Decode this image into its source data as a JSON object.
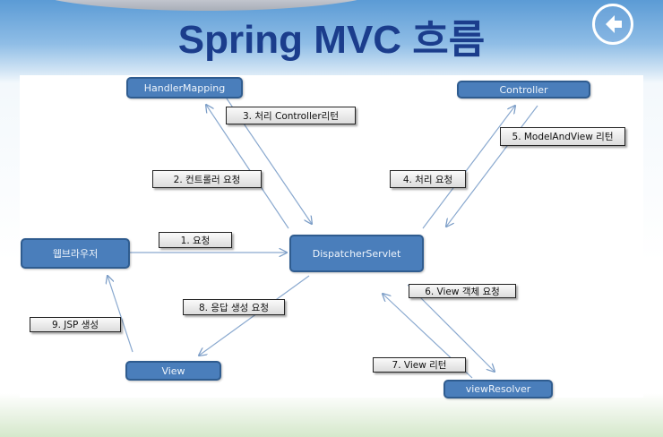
{
  "header": {
    "title": "Spring MVC 흐름",
    "back_button_icon": "back-arrow-circle-icon"
  },
  "colors": {
    "title": "#1b3d8c",
    "node_fill": "#4a7ebb",
    "node_border": "#2f5c8f",
    "arrow": "#7a9cc6"
  },
  "diagram": {
    "nodes": {
      "handler_mapping": "HandlerMapping",
      "controller": "Controller",
      "web_browser": "웹브라우저",
      "dispatcher_servlet": "DispatcherServlet",
      "view": "View",
      "view_resolver": "viewResolver"
    },
    "steps": [
      {
        "id": 1,
        "label": "1. 요청"
      },
      {
        "id": 2,
        "label": "2. 컨트롤러 요청"
      },
      {
        "id": 3,
        "label": "3. 처리 Controller리턴"
      },
      {
        "id": 4,
        "label": "4. 처리 요청"
      },
      {
        "id": 5,
        "label": "5. ModelAndView 리턴"
      },
      {
        "id": 6,
        "label": "6. View 객체 요청"
      },
      {
        "id": 7,
        "label": "7. View 리턴"
      },
      {
        "id": 8,
        "label": "8. 응답 생성 요청"
      },
      {
        "id": 9,
        "label": "9. JSP 생성"
      }
    ]
  }
}
